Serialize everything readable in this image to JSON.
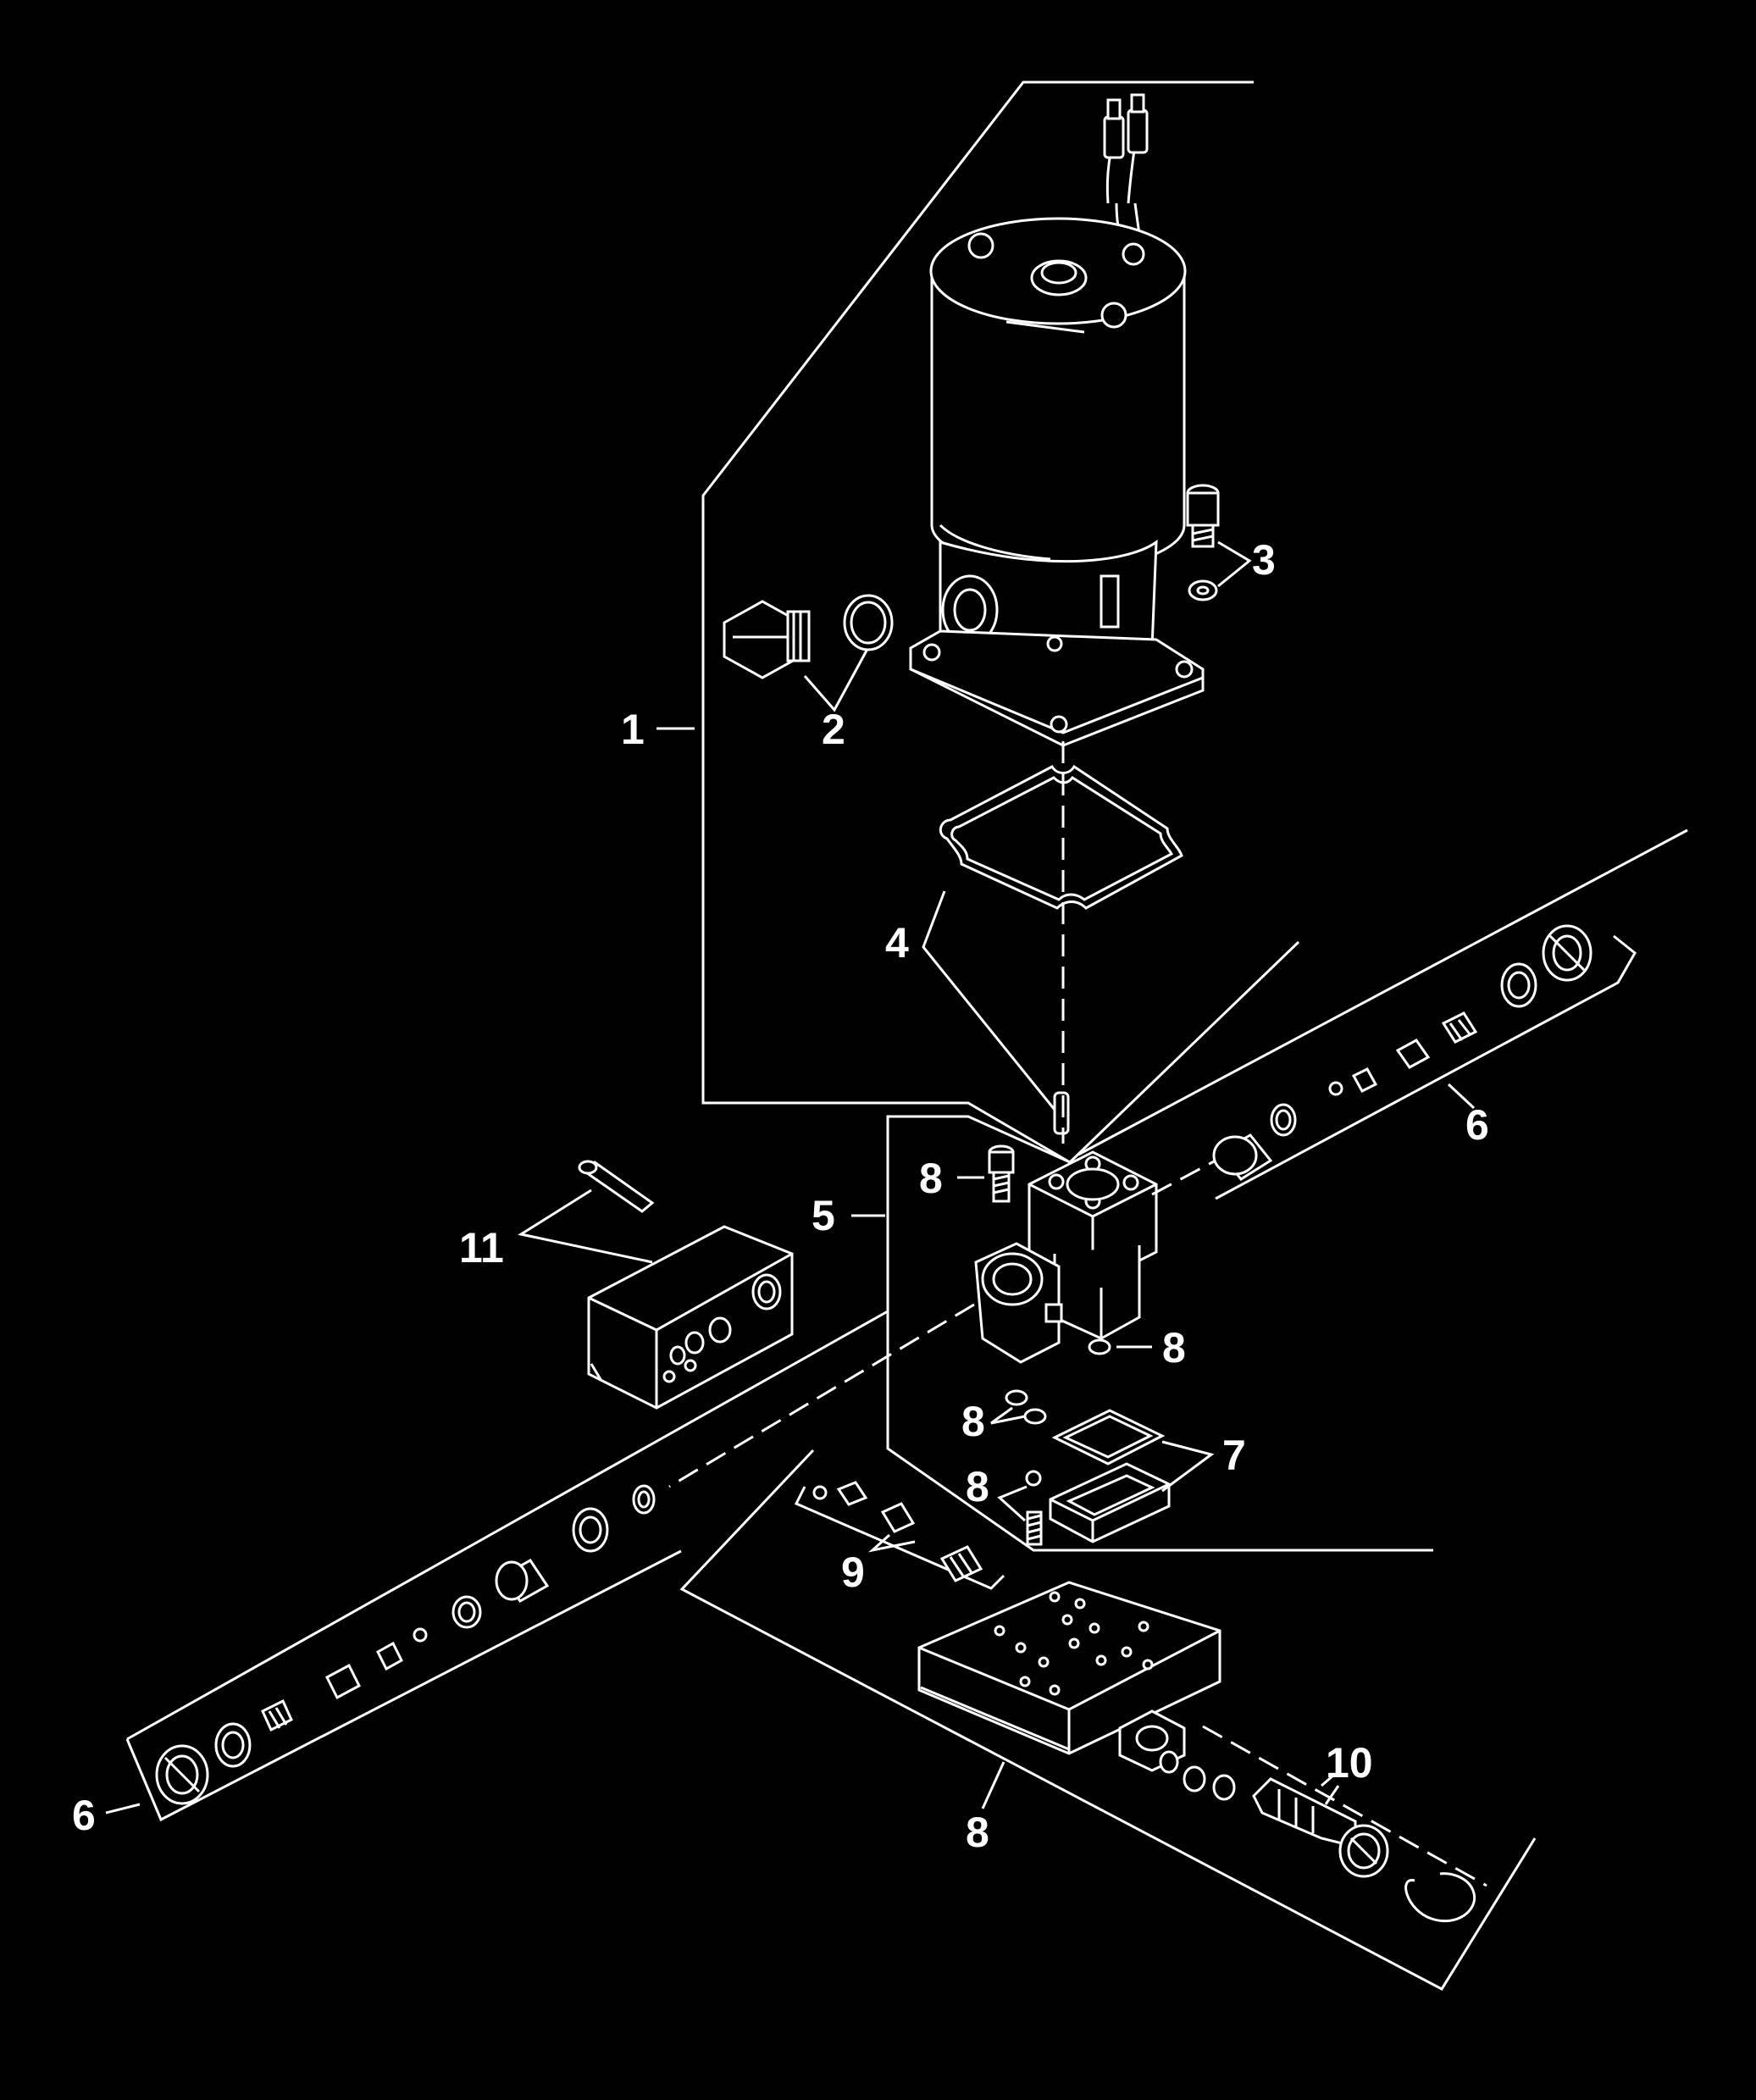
{
  "colors": {
    "background": "#000000",
    "linework": "#ffffff"
  },
  "callouts": {
    "c1": "1",
    "c2": "2",
    "c3": "3",
    "c4": "4",
    "c5": "5",
    "c6_right": "6",
    "c6_left": "6",
    "c7": "7",
    "c8_bolt": "8",
    "c8_oring": "8",
    "c8_pair": "8",
    "c8_pins": "8",
    "c8_bottom": "8",
    "c9": "9",
    "c10": "10",
    "c11": "11"
  }
}
